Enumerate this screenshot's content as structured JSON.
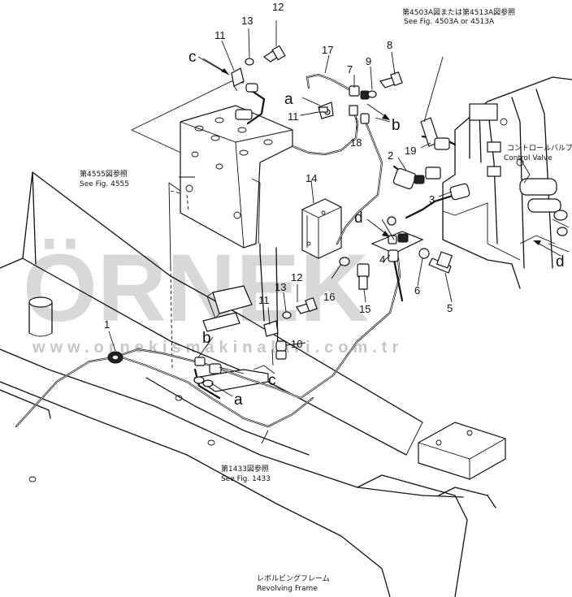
{
  "callouts": {
    "n1": "1",
    "n2": "2",
    "n3": "3",
    "n4": "4",
    "n5": "5",
    "n6": "6",
    "n7": "7",
    "n8": "8",
    "n9": "9",
    "n10": "10",
    "n11a": "11",
    "n11b": "11",
    "n11c": "11",
    "n12a": "12",
    "n12b": "12",
    "n13a": "13",
    "n13b": "13",
    "n14": "14",
    "n15": "15",
    "n16": "16",
    "n17": "17",
    "n18": "18",
    "n19": "19"
  },
  "letters": {
    "a1": "a",
    "a2": "a",
    "b1": "b",
    "b2": "b",
    "c1": "c",
    "c2": "c",
    "d1": "d",
    "d2": "d"
  },
  "notes": {
    "fig4503_jp": "第4503A図または第4513A図参照",
    "fig4503_en": "See Fig. 4503A or 4513A",
    "fig4555_jp": "第4555図参照",
    "fig4555_en": "See Fig. 4555",
    "fig1433_jp": "第1433図参照",
    "fig1433_en": "See Fig. 1433",
    "control_valve_jp": "コントロールバルブ",
    "control_valve_en": "Control Valve",
    "revolving_frame_jp": "レボルビングフレーム",
    "revolving_frame_en": "Revolving Frame"
  },
  "watermark": {
    "brand": "ÖRNEK",
    "url": "www.ornekismakinalari.com.tr"
  }
}
